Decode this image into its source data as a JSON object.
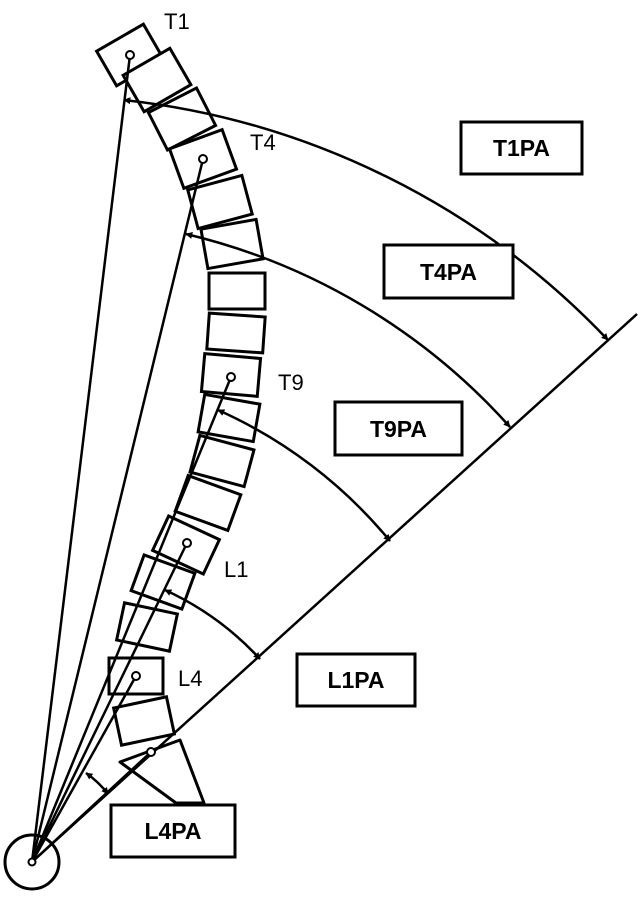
{
  "diagram": {
    "vertebra_labels": {
      "t1": "T1",
      "t4": "T4",
      "t9": "T9",
      "l1": "L1",
      "l4": "L4"
    },
    "angle_labels": {
      "t1pa": "T1PA",
      "t4pa": "T4PA",
      "t9pa": "T9PA",
      "l1pa": "L1PA",
      "l4pa": "L4PA"
    },
    "stroke_color": "#000000",
    "background_color": "#ffffff"
  }
}
